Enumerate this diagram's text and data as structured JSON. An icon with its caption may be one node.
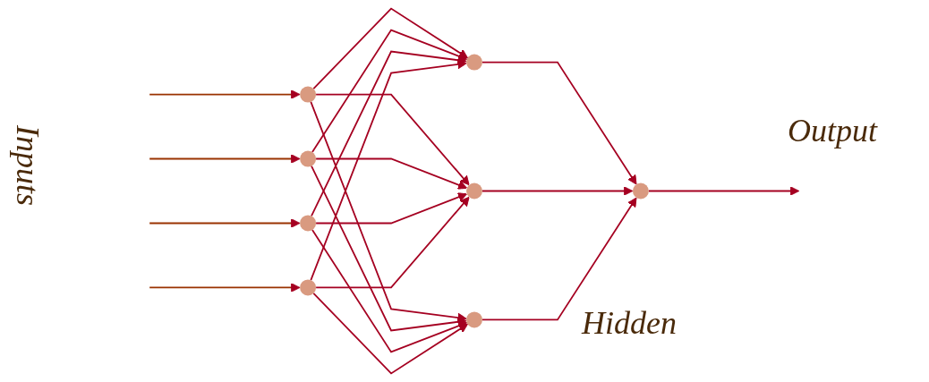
{
  "diagram": {
    "nodes": [
      {
        "text": [],
        "shape": "circle"
      },
      {
        "text": [],
        "shape": "circle"
      },
      {
        "text": [],
        "shape": "circle"
      },
      {
        "text": [],
        "shape": "circle"
      },
      {
        "text": [],
        "shape": "circle"
      },
      {
        "text": [],
        "shape": "circle"
      },
      {
        "text": [],
        "shape": "circle"
      },
      {
        "text": [],
        "shape": "circle"
      }
    ],
    "edges": [
      {
        "from": null,
        "to": 0,
        "arrow": "to",
        "color": "#993300"
      },
      {
        "from": null,
        "to": 1,
        "arrow": "to",
        "color": "#993300"
      },
      {
        "from": null,
        "to": 2,
        "arrow": "to",
        "color": "#993300"
      },
      {
        "from": null,
        "to": 3,
        "arrow": "to",
        "color": "#993300"
      },
      {
        "from": 0,
        "to": 4,
        "arrow": "to"
      },
      {
        "from": 0,
        "to": 5,
        "arrow": "to"
      },
      {
        "from": 0,
        "to": 6,
        "arrow": "to"
      },
      {
        "from": 1,
        "to": 4,
        "arrow": "to"
      },
      {
        "from": 1,
        "to": 5,
        "arrow": "to"
      },
      {
        "from": 1,
        "to": 6,
        "arrow": "to"
      },
      {
        "from": 2,
        "to": 4,
        "arrow": "to"
      },
      {
        "from": 2,
        "to": 5,
        "arrow": "to"
      },
      {
        "from": 2,
        "to": 6,
        "arrow": "to"
      },
      {
        "from": 3,
        "to": 4,
        "arrow": "to"
      },
      {
        "from": 3,
        "to": 5,
        "arrow": "to"
      },
      {
        "from": 3,
        "to": 6,
        "arrow": "to"
      },
      {
        "from": 4,
        "to": 7,
        "arrow": "to"
      },
      {
        "from": 5,
        "to": 7,
        "arrow": "to"
      },
      {
        "from": 6,
        "to": 7,
        "arrow": "to"
      },
      {
        "from": 7,
        "to": null,
        "arrow": "to"
      }
    ],
    "labels": [
      "Output",
      "Inputs",
      "Hidden"
    ]
  }
}
